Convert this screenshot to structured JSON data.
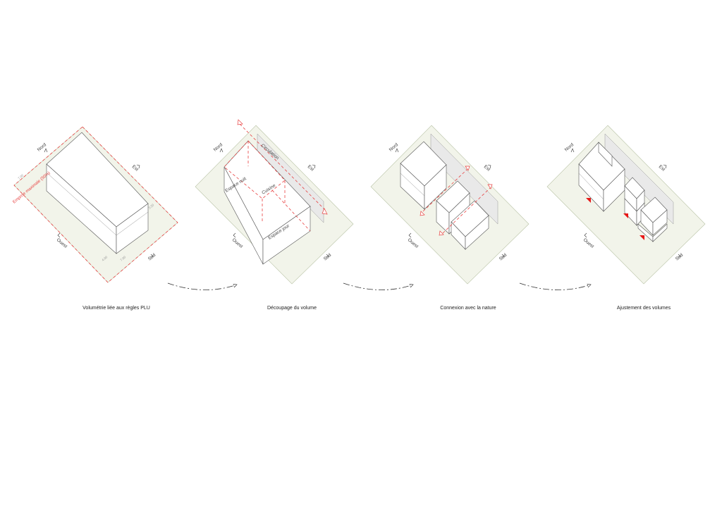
{
  "panels": [
    {
      "caption": "Volumétrie liée aux règles PLU",
      "north": "Nord",
      "east": "Est",
      "west": "Ouest",
      "south": "Sud",
      "annotation": "Emprise maximale (50%)",
      "dims": {
        "h_left": "7.00",
        "h_right": "3.20",
        "bottom_a": "4.00",
        "bottom_b": "7.00"
      }
    },
    {
      "caption": "Découpage du volume",
      "north": "Nord",
      "east": "Est",
      "west": "Ouest",
      "south": "Sud",
      "zones": {
        "circulation": "Circulation",
        "night": "Espace nuit",
        "kitchen": "Cuisine",
        "day": "Espace jour"
      }
    },
    {
      "caption": "Connexion avec la nature",
      "north": "Nord",
      "east": "Est",
      "west": "Ouest",
      "south": "Sud"
    },
    {
      "caption": "Ajustement des volumes",
      "north": "Nord",
      "east": "Est",
      "west": "Ouest",
      "south": "Sud"
    }
  ],
  "colors": {
    "accent": "#e84040",
    "site": "#f2f4ea",
    "line": "#555555"
  }
}
